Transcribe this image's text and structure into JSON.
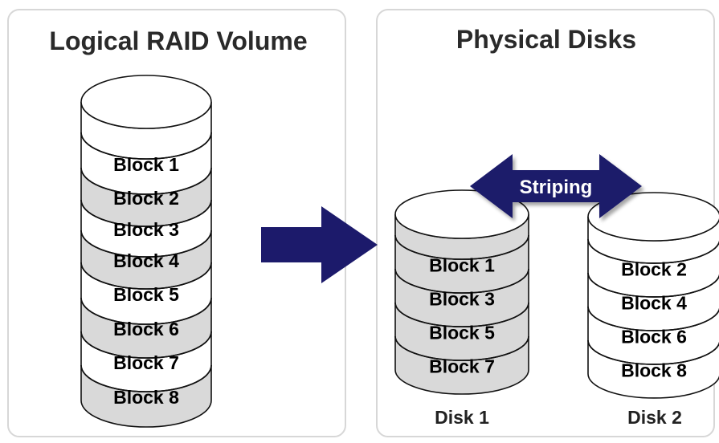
{
  "left_panel": {
    "title": "Logical RAID Volume",
    "blocks": [
      {
        "label": "Block 1",
        "shade": "white"
      },
      {
        "label": "Block 2",
        "shade": "gray"
      },
      {
        "label": "Block 3",
        "shade": "white"
      },
      {
        "label": "Block 4",
        "shade": "gray"
      },
      {
        "label": "Block 5",
        "shade": "white"
      },
      {
        "label": "Block 6",
        "shade": "gray"
      },
      {
        "label": "Block 7",
        "shade": "white"
      },
      {
        "label": "Block 8",
        "shade": "gray"
      }
    ]
  },
  "right_panel": {
    "title": "Physical Disks",
    "striping_label": "Striping",
    "disks": [
      {
        "name": "Disk 1",
        "shade": "gray",
        "blocks": [
          "Block 1",
          "Block 3",
          "Block 5",
          "Block 7"
        ]
      },
      {
        "name": "Disk 2",
        "shade": "white",
        "blocks": [
          "Block 2",
          "Block 4",
          "Block 6",
          "Block 8"
        ]
      }
    ]
  },
  "colors": {
    "arrow": "#1c1a6b",
    "gray_fill": "#d9d9d9",
    "white_fill": "#ffffff",
    "outline": "#111111"
  }
}
